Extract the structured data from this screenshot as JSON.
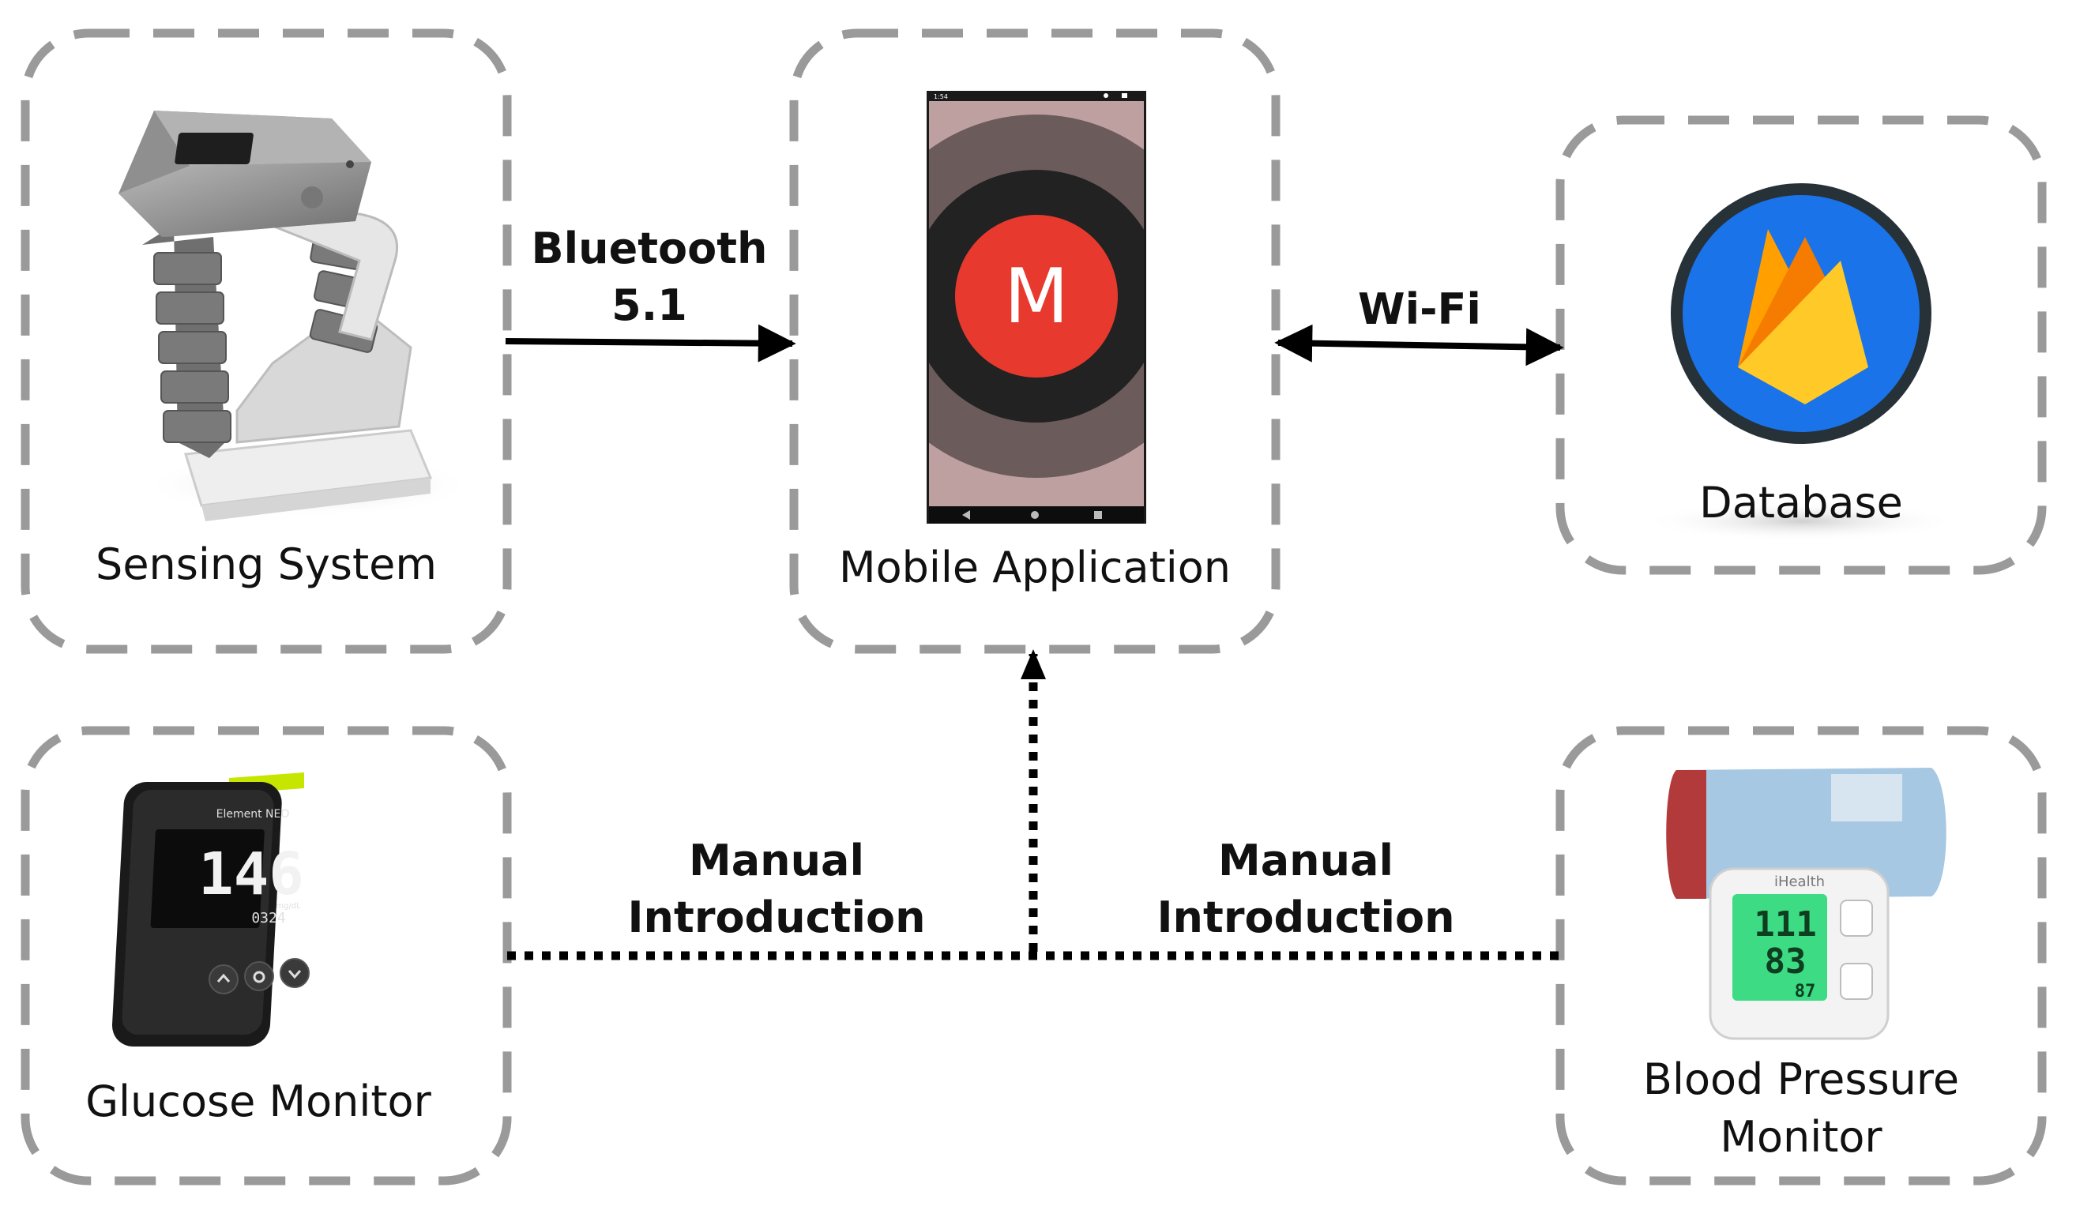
{
  "nodes": {
    "sensing_system": {
      "label": "Sensing System"
    },
    "mobile_application": {
      "label": "Mobile Application",
      "app_letter": "M"
    },
    "database": {
      "label": "Database"
    },
    "glucose_monitor": {
      "label": "Glucose Monitor",
      "brand": "Element NEO",
      "reading": "146",
      "unit": "mg/dL",
      "sub_reading": "0324"
    },
    "blood_pressure_monitor": {
      "label_line1": "Blood Pressure",
      "label_line2": "Monitor",
      "brand": "iHealth",
      "systolic": "111",
      "diastolic": "83",
      "pulse": "87"
    }
  },
  "connections": {
    "bluetooth": {
      "line1": "Bluetooth",
      "line2": "5.1"
    },
    "wifi": {
      "label": "Wi-Fi"
    },
    "manual_left": {
      "line1": "Manual",
      "line2": "Introduction"
    },
    "manual_right": {
      "line1": "Manual",
      "line2": "Introduction"
    }
  },
  "colors": {
    "dash_border": "#9a9a9a",
    "app_red": "#e8392e",
    "db_blue": "#1a73e8",
    "firebase_yellow": "#ffca28",
    "firebase_orange": "#f57c00",
    "bp_display": "#3ddc84"
  }
}
